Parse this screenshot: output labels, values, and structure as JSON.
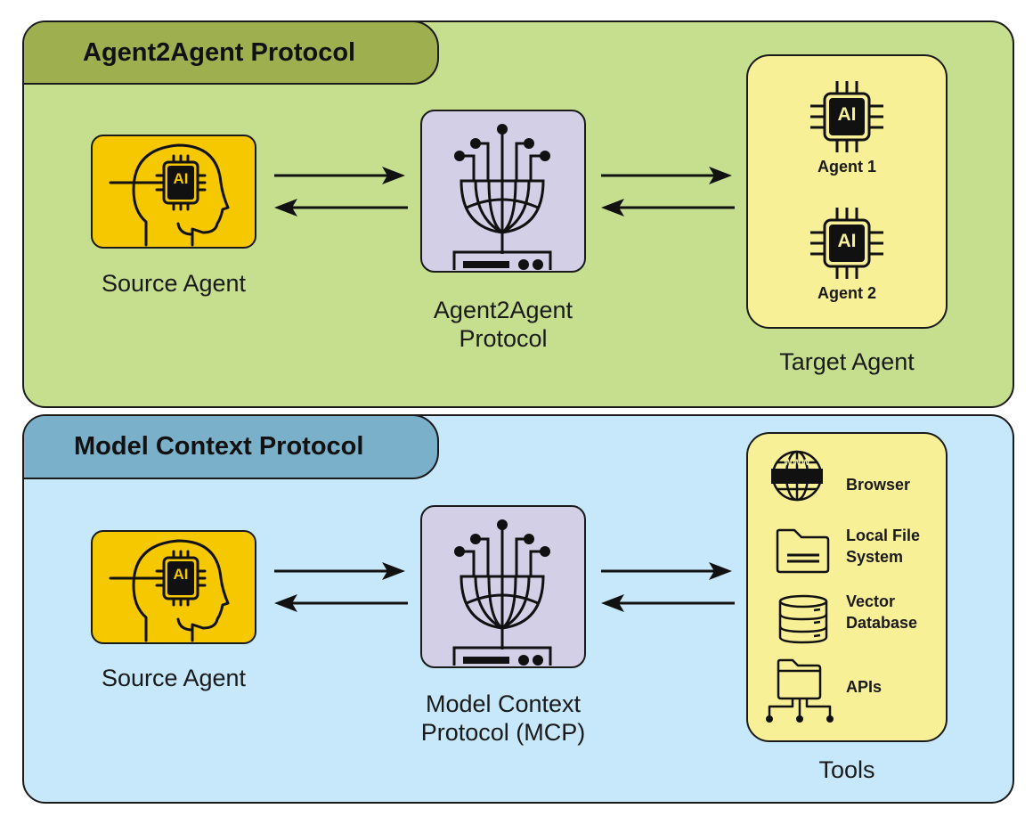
{
  "colors": {
    "a2a_panel": "#c6df8e",
    "a2a_tab": "#9daf4e",
    "mcp_panel": "#c7e8fa",
    "mcp_tab": "#7ab0c9",
    "source_agent_box": "#f5c800",
    "protocol_box": "#d3cfe6",
    "target_box": "#f8f096",
    "stroke": "#1a1a1a"
  },
  "a2a": {
    "title": "Agent2Agent Protocol",
    "source": {
      "icon": "ai-head-icon",
      "chip_text": "AI",
      "label": "Source Agent"
    },
    "protocol": {
      "icon": "network-server-icon",
      "label_line1": "Agent2Agent",
      "label_line2": "Protocol"
    },
    "target": {
      "label": "Target Agent",
      "agents": [
        {
          "icon": "ai-chip-icon",
          "chip_text": "AI",
          "label": "Agent 1"
        },
        {
          "icon": "ai-chip-icon",
          "chip_text": "AI",
          "label": "Agent 2"
        }
      ]
    }
  },
  "mcp": {
    "title": "Model Context Protocol",
    "source": {
      "icon": "ai-head-icon",
      "chip_text": "AI",
      "label": "Source Agent"
    },
    "protocol": {
      "icon": "network-server-icon",
      "label_line1": "Model Context",
      "label_line2": "Protocol (MCP)"
    },
    "tools": {
      "label": "Tools",
      "items": [
        {
          "icon": "globe-www-icon",
          "badge": "www",
          "line1": "Browser",
          "line2": ""
        },
        {
          "icon": "folder-icon",
          "line1": "Local File",
          "line2": "System"
        },
        {
          "icon": "database-icon",
          "line1": "Vector",
          "line2": "Database"
        },
        {
          "icon": "folder-network-icon",
          "line1": "APIs",
          "line2": ""
        }
      ]
    }
  }
}
